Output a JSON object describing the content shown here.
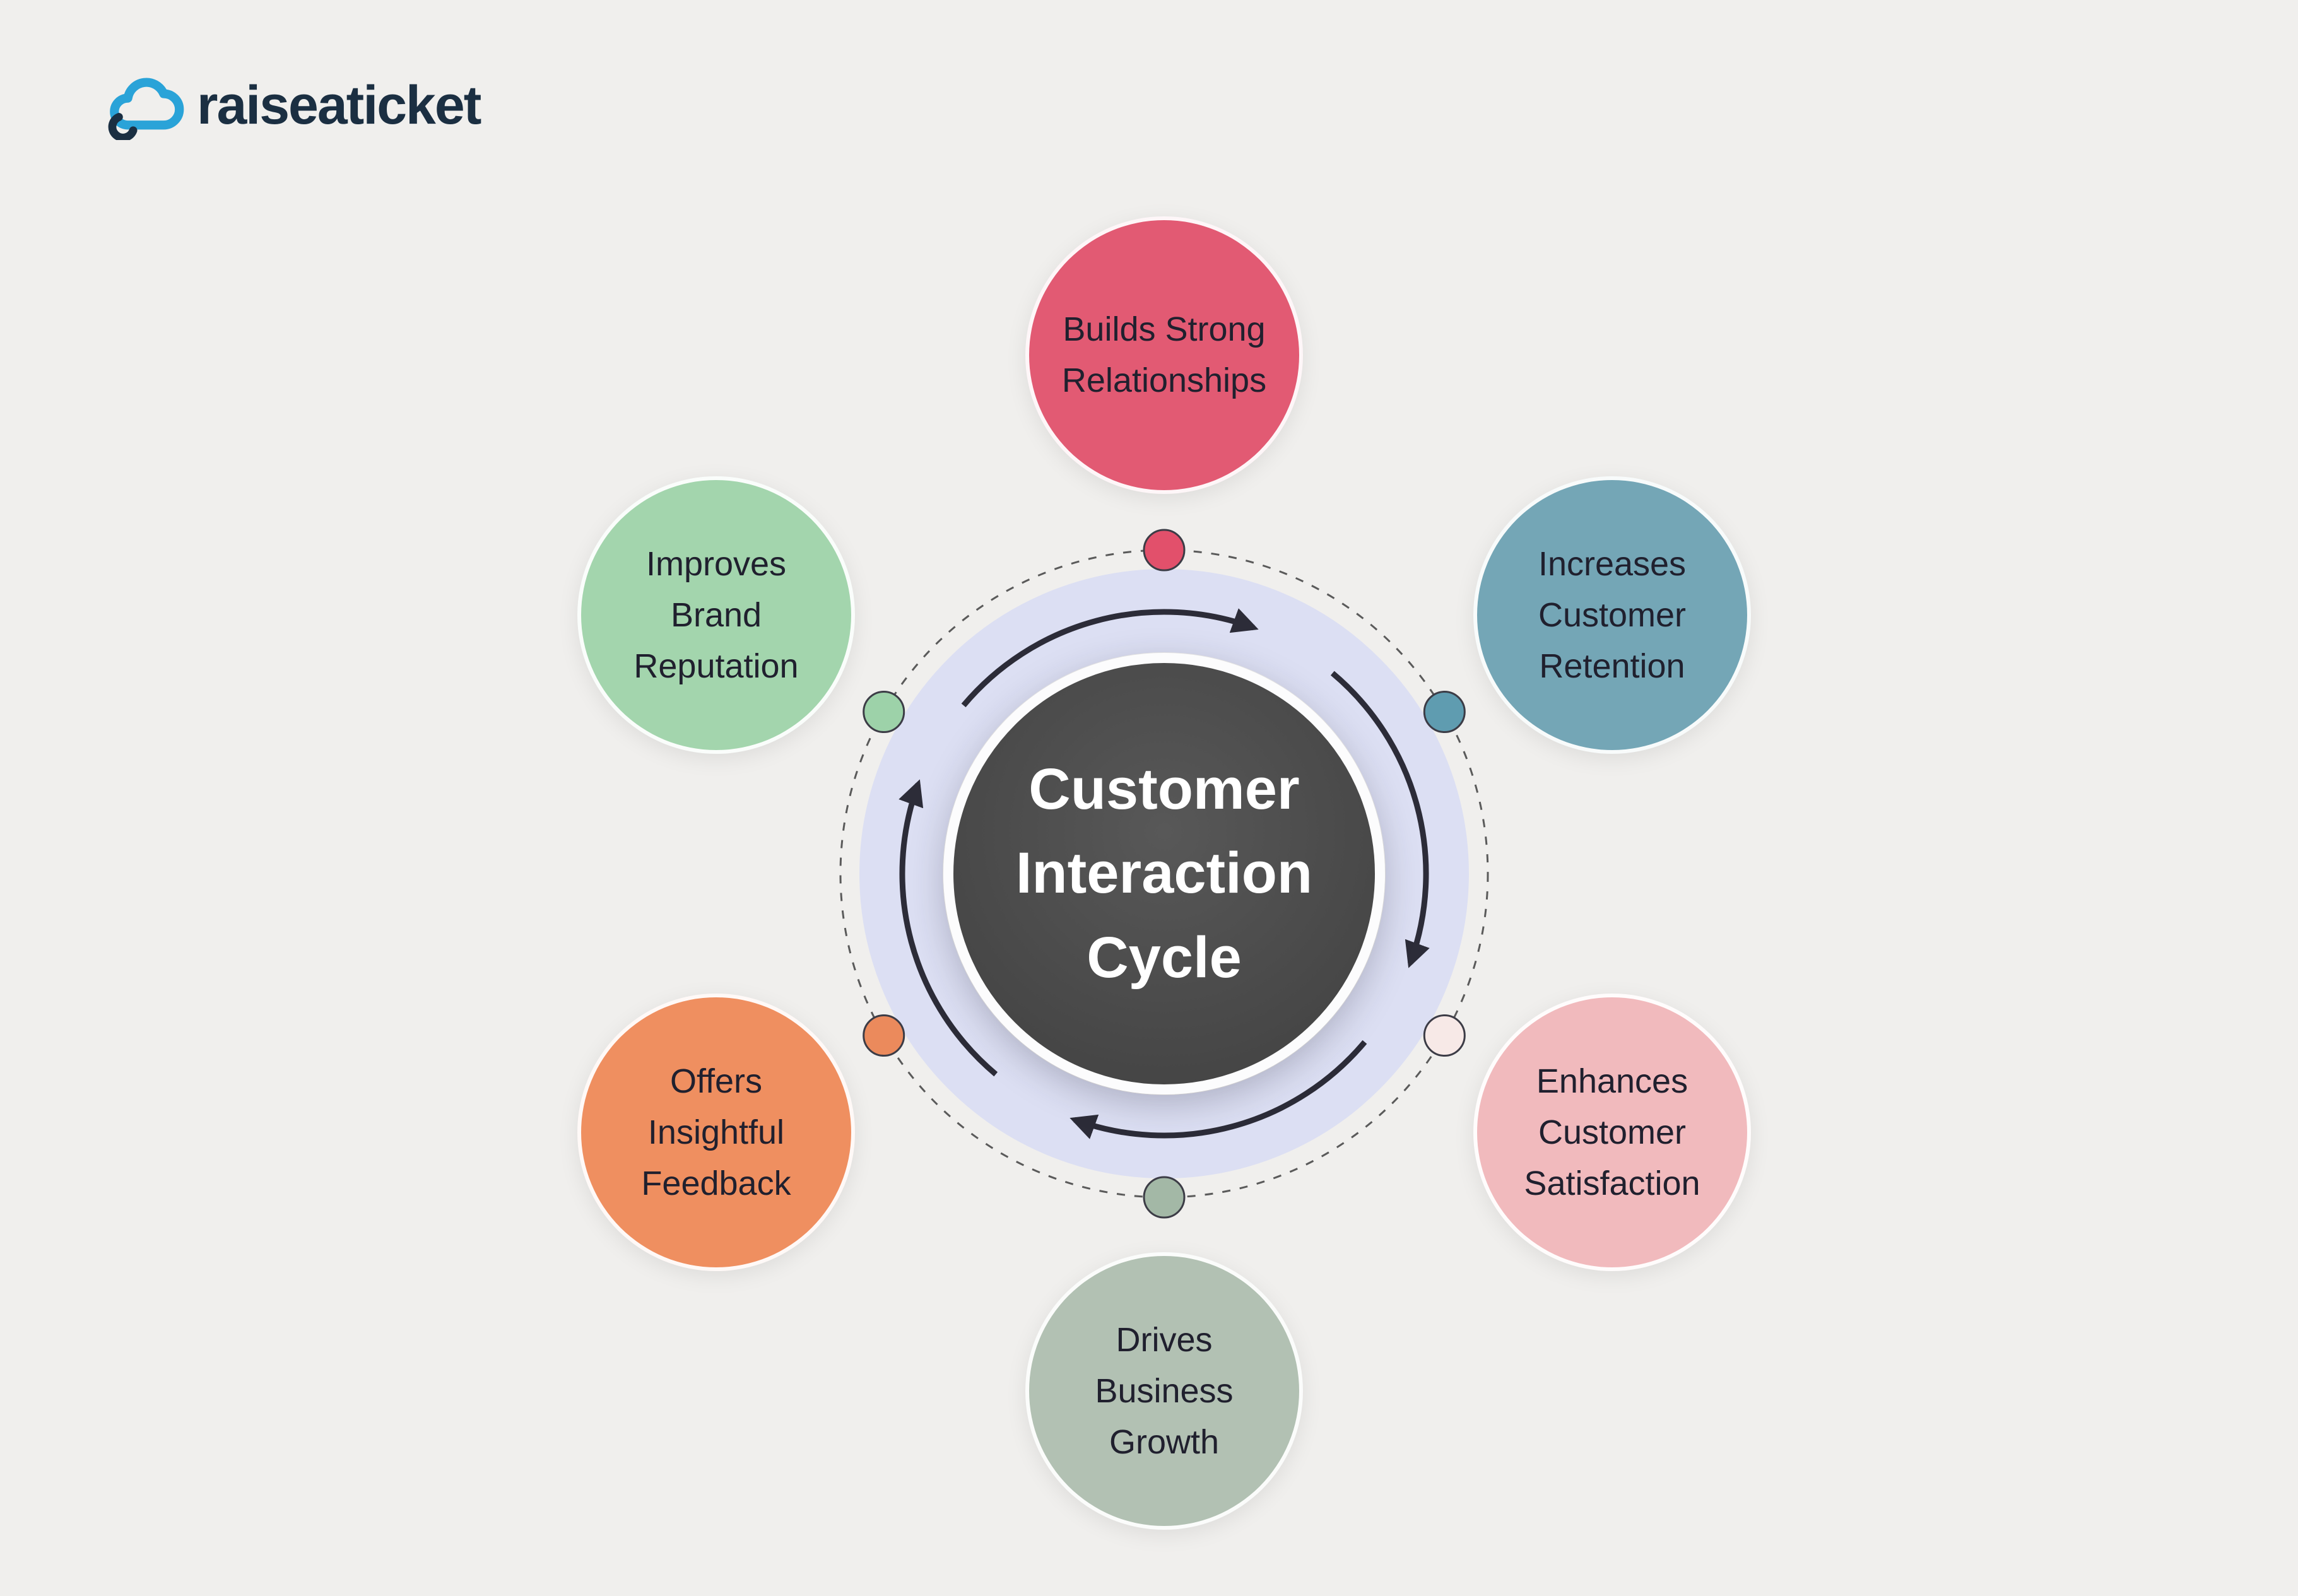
{
  "logo": {
    "text": "raiseaticket",
    "icon_blue": "#2aa3d8",
    "icon_navy": "#1b2f42"
  },
  "center": {
    "title": "Customer\nInteraction\nCycle",
    "bg_color": "#4a4a4a",
    "text_color": "#ffffff"
  },
  "ring": {
    "band_color": "#dcdff3",
    "arrow_color": "#2c2c38",
    "dashed_color": "#5a5a5a"
  },
  "items": [
    {
      "label": "Builds Strong\nRelationships",
      "color": "#e25a73",
      "dot_color": "#e2506b",
      "position": "top"
    },
    {
      "label": "Increases\nCustomer\nRetention",
      "color": "#74a6b6",
      "dot_color": "#5f9cb0",
      "position": "upper-right"
    },
    {
      "label": "Enhances\nCustomer\nSatisfaction",
      "color": "#f1babd",
      "dot_color": "#f7e9e7",
      "position": "lower-right"
    },
    {
      "label": "Drives\nBusiness\nGrowth",
      "color": "#b2c1b3",
      "dot_color": "#a3b8a6",
      "position": "bottom"
    },
    {
      "label": "Offers\nInsightful\nFeedback",
      "color": "#ef8f60",
      "dot_color": "#eb8a5c",
      "position": "lower-left"
    },
    {
      "label": "Improves\nBrand\nReputation",
      "color": "#a3d5ad",
      "dot_color": "#9dd2a9",
      "position": "upper-left"
    }
  ]
}
